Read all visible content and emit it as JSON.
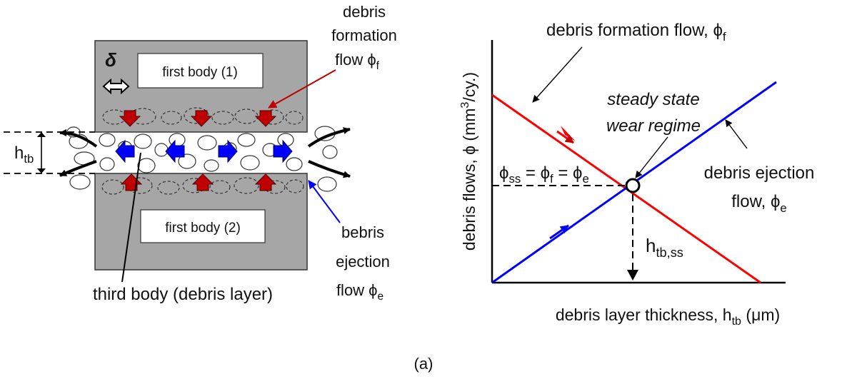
{
  "left_diagram": {
    "first_body_top_label": "first body (1)",
    "first_body_bottom_label": "first body (2)",
    "delta_symbol": "δ",
    "h_tb_main": "h",
    "h_tb_sub": "tb",
    "formation_label_lines": [
      "debris",
      "formation",
      "flow ϕ"
    ],
    "formation_label_sub": "f",
    "ejection_label_lines": [
      "bebris",
      "ejection",
      "flow ϕ"
    ],
    "ejection_label_sub": "e",
    "third_body_label": "third body (debris layer)",
    "colors": {
      "formation": "#c00000",
      "ejection": "#0000ff",
      "body": "#a6a6a6"
    }
  },
  "right_chart": {
    "title_main": "debris formation flow, ϕ",
    "title_sub": "f",
    "ylabel_pre": "debris flows, ϕ (mm",
    "ylabel_sup": "3",
    "ylabel_post": "/cy.)",
    "xlabel_pre": "debris layer thickness, h",
    "xlabel_sub": "tb",
    "xlabel_post": " (μm)",
    "steady_line1": "steady state",
    "steady_line2": "wear regime",
    "eq_phi": "ϕ",
    "eq_ss": "ss",
    "eq_mid": " = ϕ",
    "eq_f": "f",
    "eq_end": " = ϕ",
    "eq_e": "e",
    "ejection_line1": "debris ejection",
    "ejection_line2": "flow, ϕ",
    "ejection_sub": "e",
    "hss_main": "h",
    "hss_sub": "tb,ss",
    "colors": {
      "formation": "#ff0000",
      "ejection": "#0000ff"
    }
  },
  "chart_data": {
    "type": "line",
    "title": "debris formation flow, ϕf",
    "xlabel": "debris layer thickness, htb (μm)",
    "ylabel": "debris flows, ϕ (mm3/cy.)",
    "series": [
      {
        "name": "debris formation flow, ϕf",
        "x": [
          0,
          1
        ],
        "y": [
          1,
          0
        ]
      },
      {
        "name": "debris ejection flow, ϕe",
        "x": [
          0,
          1
        ],
        "y": [
          0,
          1
        ]
      }
    ],
    "annotations": [
      "steady state wear regime",
      "ϕss = ϕf = ϕe",
      "htb,ss"
    ]
  },
  "caption": "(a)"
}
